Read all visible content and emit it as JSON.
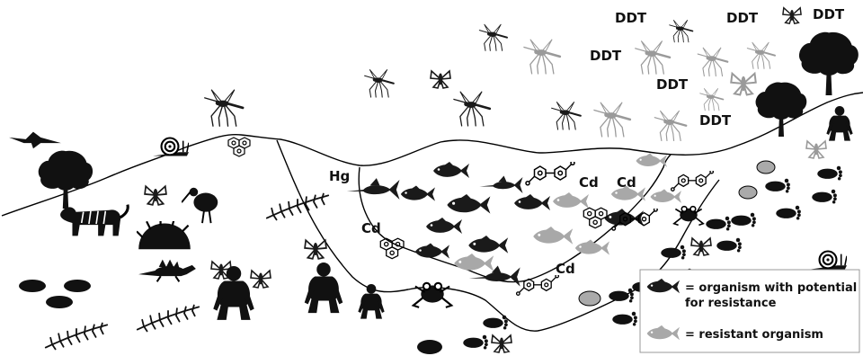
{
  "labels": {
    "ddt": "DDT",
    "hg": "Hg",
    "cd": "Cd"
  },
  "legend": {
    "potential_line1": "= organism with potential",
    "potential_line2": "for resistance",
    "resistant": "= resistant organism"
  },
  "colors": {
    "dark_organism": "#1a1a1a",
    "resistant_organism": "#a8a8a8",
    "outline": "#000000",
    "background": "#ffffff"
  },
  "icons": [
    "mosquito-icon",
    "fish-icon",
    "tree-icon",
    "fern-icon",
    "footprint-icon",
    "snail-icon",
    "primate-icon",
    "tiger-icon",
    "bird-icon",
    "pterosaur-icon",
    "frog-icon",
    "lizard-icon",
    "butterfly-icon",
    "molecule-icon",
    "stone-icon",
    "hedgehog-icon"
  ]
}
